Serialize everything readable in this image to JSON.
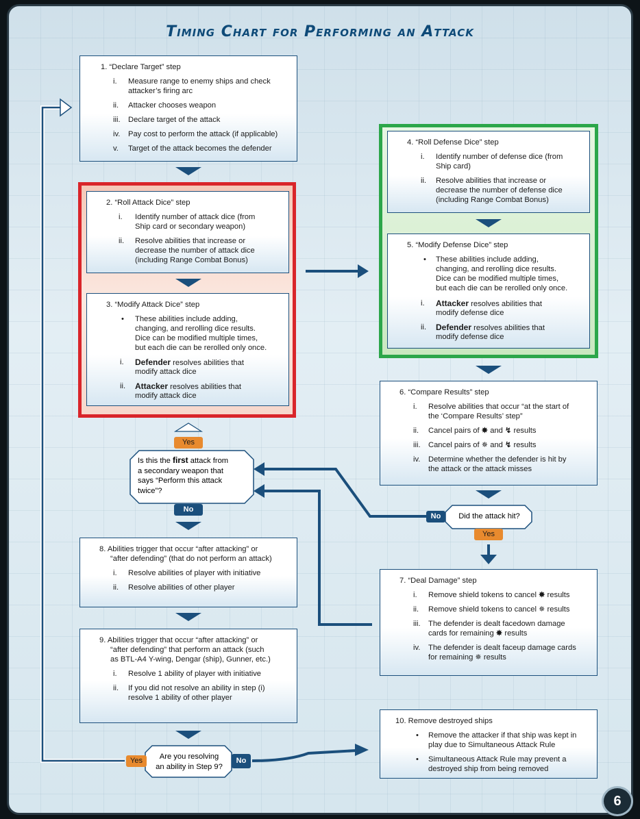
{
  "title": "Timing Chart for Performing an Attack",
  "page_number": "6",
  "steps": {
    "s1": {
      "title": "1.  “Declare Target” step",
      "items": [
        {
          "n": "i.",
          "t1": "Measure range to enemy ships and check",
          "t2": "attacker’s firing arc"
        },
        {
          "n": "ii.",
          "t1": "Attacker chooses weapon"
        },
        {
          "n": "iii.",
          "t1": "Declare target of the attack"
        },
        {
          "n": "iv.",
          "t1": "Pay cost to perform the attack (if applicable)"
        },
        {
          "n": "v.",
          "t1": "Target of the attack becomes the defender"
        }
      ]
    },
    "s2": {
      "title": "2.  “Roll Attack Dice” step",
      "items": [
        {
          "n": "i.",
          "t1": "Identify number of attack dice (from",
          "t2": "Ship card or secondary weapon)"
        },
        {
          "n": "ii.",
          "t1": "Resolve abilities that increase or",
          "t2": "decrease the number of attack dice",
          "t3": "(including Range Combat Bonus)"
        }
      ]
    },
    "s3": {
      "title": "3.  “Modify Attack Dice” step",
      "bullet": [
        "These abilities include adding,",
        "changing, and rerolling dice results.",
        "Dice can be modified multiple times,",
        "but each die can be rerolled only once."
      ],
      "items": [
        {
          "n": "i.",
          "b": "Defender",
          "t1": " resolves abilities that",
          "t2": "modify attack dice"
        },
        {
          "n": "ii.",
          "b": "Attacker",
          "t1": " resolves abilities that",
          "t2": "modify attack dice"
        }
      ]
    },
    "s4": {
      "title": "4.  “Roll Defense Dice” step",
      "items": [
        {
          "n": "i.",
          "t1": "Identify number of defense dice (from",
          "t2": "Ship card)"
        },
        {
          "n": "ii.",
          "t1": "Resolve abilities that increase or",
          "t2": "decrease the number of defense dice",
          "t3": "(including Range Combat Bonus)"
        }
      ]
    },
    "s5": {
      "title": "5.  “Modify Defense Dice” step",
      "bullet": [
        "These abilities include adding,",
        "changing, and rerolling dice results.",
        "Dice can be modified multiple times,",
        "but each die can be rerolled only once."
      ],
      "items": [
        {
          "n": "i.",
          "b": "Attacker",
          "t1": " resolves abilities that",
          "t2": "modify defense dice"
        },
        {
          "n": "ii.",
          "b": "Defender",
          "t1": " resolves abilities that",
          "t2": "modify defense dice"
        }
      ]
    },
    "s6": {
      "title": "6.  “Compare Results” step",
      "items": [
        {
          "n": "i.",
          "t1": "Resolve abilities that occur “at the start of",
          "t2": "the ‘Compare Results’ step”"
        },
        {
          "n": "ii.",
          "t1": "Cancel pairs of",
          "t1b": "and",
          "t1c": "results"
        },
        {
          "n": "iii.",
          "t1": "Cancel pairs of",
          "t1b": "and",
          "t1c": "results"
        },
        {
          "n": "iv.",
          "t1": "Determine whether the defender is hit by",
          "t2": "the attack or the attack misses"
        }
      ]
    },
    "s7": {
      "title": "7.  “Deal Damage” step",
      "items": [
        {
          "n": "i.",
          "t1": "Remove shield tokens to cancel",
          "t1c": "results"
        },
        {
          "n": "ii.",
          "t1": "Remove shield tokens to cancel",
          "t1c": "results"
        },
        {
          "n": "iii.",
          "t1": "The defender is dealt facedown damage",
          "t2": "cards for remaining",
          "t2c": "results"
        },
        {
          "n": "iv.",
          "t1": "The defender is dealt faceup damage cards",
          "t2": "for remaining",
          "t2c": "results"
        }
      ]
    },
    "s8": {
      "title1": "8.  Abilities trigger that occur “after attacking” or",
      "title2": "“after defending” (that do not perform an attack)",
      "items": [
        {
          "n": "i.",
          "t1": "Resolve abilities of player with initiative"
        },
        {
          "n": "ii.",
          "t1": "Resolve abilities of other player"
        }
      ]
    },
    "s9": {
      "title1": "9.  Abilities trigger that occur “after attacking” or",
      "title2": "“after defending” that perform an attack (such",
      "title3": "as BTL-A4 Y-wing, Dengar (ship), Gunner, etc.)",
      "items": [
        {
          "n": "i.",
          "t1": "Resolve 1 ability of player with initiative"
        },
        {
          "n": "ii.",
          "t1": "If you did not resolve an ability in step (i)",
          "t2": "resolve 1 ability of other player"
        }
      ]
    },
    "s10": {
      "title": "10. Remove destroyed ships",
      "bullets": [
        {
          "t1": "Remove the attacker if that ship was kept in",
          "t2": "play due to Simultaneous Attack Rule"
        },
        {
          "t1": "Simultaneous Attack Rule may prevent a",
          "t2": "destroyed ship from being removed"
        }
      ]
    }
  },
  "decisions": {
    "first_attack": {
      "l1a": "Is this the ",
      "l1b": "first",
      "l1c": " attack from",
      "l2": "a secondary weapon that",
      "l3": "says “Perform this attack",
      "l4": "twice”?",
      "yes": "Yes",
      "no": "No"
    },
    "hit": {
      "q": "Did the attack hit?",
      "yes": "Yes",
      "no": "No"
    },
    "step9": {
      "l1": "Are you resolving",
      "l2": "an ability in Step 9?",
      "yes": "Yes",
      "no": "No"
    }
  },
  "colors": {
    "navy": "#1b4f7c",
    "red": "#d9252a",
    "green": "#2ca64a",
    "orange": "#e88a2e"
  }
}
